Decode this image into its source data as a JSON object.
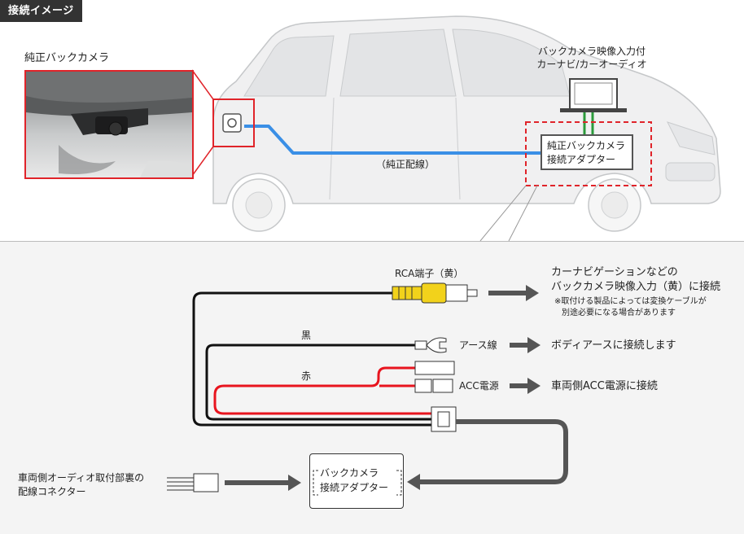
{
  "header": {
    "tag": "接続イメージ"
  },
  "top": {
    "camera_label": "純正バックカメラ",
    "navi_label_1": "バックカメラ映像入力付",
    "navi_label_2": "カーナビ/カーオーディオ",
    "adapter_line1": "純正バックカメラ",
    "adapter_line2": "接続アダプター",
    "wiring_label": "（純正配線）"
  },
  "detail": {
    "rca_label": "RCA端子（黄）",
    "rca_target_1": "カーナビゲーションなどの",
    "rca_target_2": "バックカメラ映像入力（黄）に接続",
    "rca_note_1": "※取付ける製品によっては変換ケーブルが",
    "rca_note_2": "別途必要になる場合があります",
    "black_label": "黒",
    "ground_label": "アース線",
    "ground_target": "ボディアースに接続します",
    "red_label": "赤",
    "acc_label": "ACC電源",
    "acc_target": "車両側ACC電源に接続",
    "connector_label_1": "車両側オーディオ取付部裏の",
    "connector_label_2": "配線コネクター",
    "adapter_line1": "バックカメラ",
    "adapter_line2": "接続アダプター"
  },
  "colors": {
    "blue_cable": "#3a8fe6",
    "red_frame": "#e0242a",
    "green_cable": "#2a9a3a",
    "red_wire": "#e8141e",
    "rca_yellow": "#f2d21b",
    "arrow_gray": "#555555"
  }
}
